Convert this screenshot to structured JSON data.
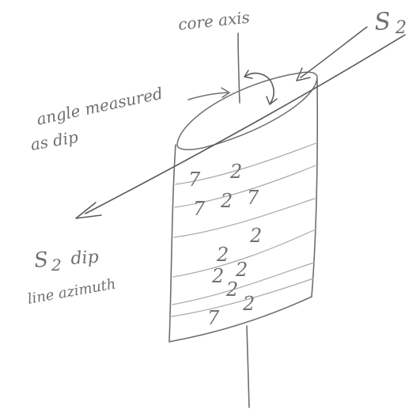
{
  "labels": {
    "core_axis": "core axis",
    "s2_top": "S",
    "s2_top_sub": "2",
    "angle_line1": "angle measured",
    "angle_line2": "as dip",
    "s2_dip": "S",
    "s2_dip_sub": "2",
    "s2_dip_word": "dip",
    "line_azimuth": "line azimuth"
  },
  "core_marks": [
    "7",
    "2",
    "7",
    "2",
    "7",
    "2",
    "2",
    "2",
    "2",
    "2",
    "7",
    "2"
  ],
  "colors": {
    "pencil": "#6e6e6e",
    "pencil_light": "#a9a9a9",
    "pencil_dark": "#5a5a5a",
    "background": "#ffffff"
  }
}
